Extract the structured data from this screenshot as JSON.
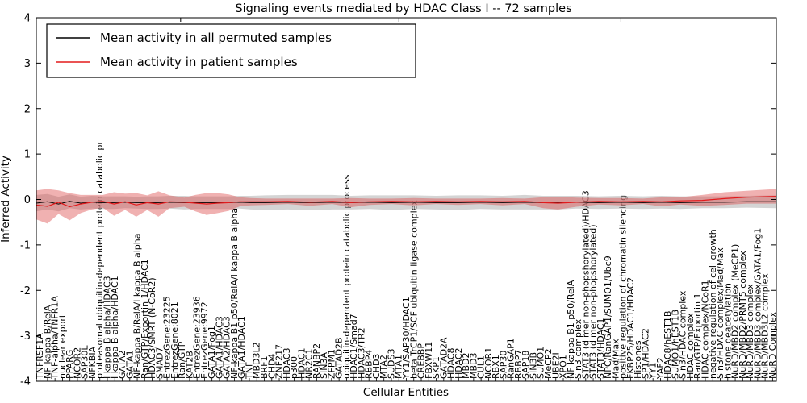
{
  "chart_data": {
    "type": "area",
    "title": "Signaling events mediated by HDAC Class I -- 72 samples",
    "xlabel": "Cellular Entities",
    "ylabel": "Inferred Activity",
    "ylim": [
      -4,
      4
    ],
    "yticks": [
      4,
      3,
      2,
      1,
      0,
      -1,
      -2,
      -3,
      -4
    ],
    "legend": [
      {
        "label": "Mean activity in all permuted samples",
        "color": "#000000"
      },
      {
        "label": "Mean activity in patient samples",
        "color": "#e31a1c"
      }
    ],
    "colors": {
      "gray_band": "rgba(176,176,176,0.55)",
      "red_band": "rgba(219,68,68,0.42)",
      "black_line": "#000000",
      "red_line": "#e31a1c",
      "axis": "#000000"
    },
    "layout": {
      "legend_position": "upper left",
      "grid": false,
      "x_tick_rotation": 90,
      "top_tick_fractions": [
        0.195,
        0.49,
        0.79
      ]
    },
    "categories": [
      "TNFRSF1A",
      "NF-kappa B/RelA",
      "TNF-alpha/TNFR1A",
      "nuclear export",
      "PPARG",
      "NCOR2",
      "SAP30L",
      "NFKBIA",
      "proteasomal ubiquitin-dependent protein catabolic pr",
      "I kappa B alpha/HDAC3",
      "I kappa B alpha/HDAC1",
      "GATA2",
      "GATA1",
      "NF-kappa B/RelA/I kappa B alpha",
      "Ran/GTP/Exportin 1/HDAC1",
      "HDAC3/SMRT (N-CoR2)",
      "SMAD7",
      "EntrezGene:23225",
      "EntrezGene:8021",
      "Ran/GTP",
      "KAT2B",
      "EntrezGene:23936",
      "EntrezGene:9972",
      "GATA1/Fog1",
      "GATA1/HDAC3",
      "GATA2/HDAC3",
      "NF-kappa B1 p50/RelA/I kappa B alpha",
      "GATA1/HDAC1",
      "TNF",
      "MBD3L2",
      "BRF1",
      "CHD4",
      "ZNF217",
      "HDAC3",
      "p300",
      "HDAC1",
      "NR2C1",
      "RANBP2",
      "SIN3A",
      "ZFPM1",
      "GATAD2B",
      "ubiquitin-dependent protein catabolic process",
      "HDAC1/Smad7",
      "HDAC3/TR2",
      "RBBP4",
      "CHD3",
      "MTA2",
      "SUDS3",
      "MTA1",
      "YY1/SAP30/HDAC1",
      "beta TrCP1/SCF ubiquitin ligase complex",
      "CREBBP",
      "FBXW11",
      "SKP1",
      "GATAD2A",
      "HDAC8",
      "HDAC2",
      "MBD2",
      "MBD3",
      "CUL1",
      "NCOR1",
      "RBX1",
      "SAP30",
      "RanGAP1",
      "RBBP7",
      "SAP18",
      "SIN3B",
      "SUMO1",
      "MeCP2",
      "UBE2I",
      "XPO1",
      "NF kappa B1 p50/RelA",
      "Sin3 complex",
      "STAT3 (dimer non-phopshorylated)/HDAC3",
      "STAT3 (dimer non-phopshorylated)",
      "STAT3/HDAC1",
      "NPC/RanGAP1/SUMO1/Ubc9",
      "Mad/Max",
      "positive regulation of chromatin silencing",
      "FKBP25/HDAC1/HDAC2",
      "Histones",
      "SP1/HDAC2",
      "YY1",
      "YAF2",
      "HDAC8/hEST1B",
      "SUMO1/hEST1B",
      "Sin3/HDAC complex",
      "HDAC complex",
      "Ran/GTP/Exportin 1",
      "HDAC complex/NCoR1",
      "negative regulation of cell growth",
      "Sin3/HDAC complex/Mad/Max",
      "histone deacetylation",
      "NuRD/MBD2 complex (MeCP1)",
      "NuRD/MBD2/PRMT5 complex",
      "NuRD/MBD3 complex",
      "NuRD/MBD3 complex/GATA1/Fog1",
      "NuRD/MBD3L2 complex",
      "NuRD Complex"
    ],
    "series": {
      "x_frac": [
        0.0,
        0.015,
        0.03,
        0.045,
        0.06,
        0.075,
        0.09,
        0.105,
        0.12,
        0.135,
        0.15,
        0.165,
        0.18,
        0.2,
        0.215,
        0.23,
        0.245,
        0.26,
        0.275,
        0.29,
        0.31,
        0.34,
        0.37,
        0.4,
        0.425,
        0.45,
        0.48,
        0.51,
        0.54,
        0.57,
        0.6,
        0.63,
        0.66,
        0.685,
        0.705,
        0.73,
        0.76,
        0.79,
        0.82,
        0.845,
        0.87,
        0.9,
        0.93,
        0.96,
        1.0
      ],
      "black_mean": [
        -0.08,
        -0.05,
        -0.1,
        -0.04,
        -0.08,
        -0.06,
        -0.07,
        -0.07,
        -0.06,
        -0.07,
        -0.07,
        -0.07,
        -0.06,
        -0.07,
        -0.07,
        -0.07,
        -0.07,
        -0.07,
        -0.06,
        -0.07,
        -0.07,
        -0.06,
        -0.07,
        -0.06,
        -0.07,
        -0.06,
        -0.07,
        -0.06,
        -0.07,
        -0.07,
        -0.06,
        -0.07,
        -0.06,
        -0.07,
        -0.07,
        -0.06,
        -0.07,
        -0.06,
        -0.07,
        -0.06,
        -0.07,
        -0.06,
        -0.06,
        -0.05,
        -0.05
      ],
      "gray_half": [
        0.18,
        0.17,
        0.16,
        0.15,
        0.14,
        0.14,
        0.14,
        0.14,
        0.13,
        0.13,
        0.14,
        0.14,
        0.14,
        0.15,
        0.14,
        0.14,
        0.14,
        0.14,
        0.14,
        0.15,
        0.16,
        0.16,
        0.17,
        0.16,
        0.15,
        0.15,
        0.16,
        0.15,
        0.15,
        0.16,
        0.15,
        0.15,
        0.16,
        0.15,
        0.15,
        0.14,
        0.14,
        0.14,
        0.14,
        0.14,
        0.14,
        0.13,
        0.13,
        0.13,
        0.14
      ],
      "red_mean": [
        -0.12,
        -0.15,
        -0.06,
        -0.16,
        -0.1,
        -0.06,
        -0.04,
        -0.1,
        -0.05,
        -0.12,
        -0.07,
        -0.1,
        -0.05,
        -0.06,
        -0.08,
        -0.1,
        -0.08,
        -0.07,
        -0.05,
        -0.05,
        -0.05,
        -0.04,
        -0.06,
        -0.04,
        -0.07,
        -0.05,
        -0.04,
        -0.05,
        -0.04,
        -0.05,
        -0.04,
        -0.05,
        -0.04,
        -0.07,
        -0.08,
        -0.06,
        -0.04,
        -0.05,
        -0.04,
        -0.05,
        -0.03,
        -0.02,
        0.02,
        0.05,
        0.07
      ],
      "red_half": [
        0.32,
        0.38,
        0.26,
        0.3,
        0.2,
        0.16,
        0.14,
        0.26,
        0.18,
        0.26,
        0.16,
        0.28,
        0.14,
        0.1,
        0.18,
        0.24,
        0.22,
        0.18,
        0.1,
        0.08,
        0.07,
        0.06,
        0.08,
        0.06,
        0.1,
        0.07,
        0.06,
        0.08,
        0.06,
        0.07,
        0.06,
        0.08,
        0.06,
        0.12,
        0.14,
        0.1,
        0.07,
        0.08,
        0.06,
        0.1,
        0.08,
        0.12,
        0.14,
        0.14,
        0.16
      ]
    }
  }
}
